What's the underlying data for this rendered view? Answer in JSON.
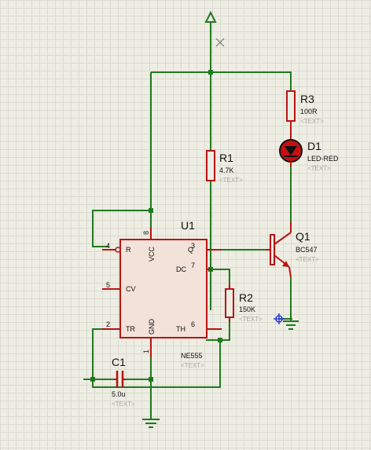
{
  "u1": {
    "ref": "U1",
    "part": "NE555",
    "text": "<TEXT>",
    "pins": {
      "p1": "1",
      "p2": "2",
      "p4": "4",
      "p5": "5",
      "p6": "6",
      "p7": "7",
      "p3": "3",
      "p8": "8"
    },
    "labels": {
      "r": "R",
      "vcc": "VCC",
      "q": "Q",
      "dc": "DC",
      "cv": "CV",
      "tr": "TR",
      "gnd": "GND",
      "th": "TH"
    }
  },
  "r1": {
    "ref": "R1",
    "value": "4.7K",
    "text": "<TEXT>"
  },
  "r2": {
    "ref": "R2",
    "value": "150K",
    "text": "<TEXT>"
  },
  "r3": {
    "ref": "R3",
    "value": "100R",
    "text": "<TEXT>"
  },
  "d1": {
    "ref": "D1",
    "value": "LED-RED",
    "text": "<TEXT>"
  },
  "q1": {
    "ref": "Q1",
    "value": "BC547",
    "text": "<TEXT>"
  },
  "c1": {
    "ref": "C1",
    "value": "5.0u",
    "text": "<TEXT>"
  },
  "colors": {
    "wire": "#1f7a1f",
    "component": "#b81414",
    "chip_fill": "#f3e2da",
    "led_fill": "#c61010",
    "probe": "#2b3fd6"
  },
  "icons": {
    "power": "power-terminal-icon",
    "ground": "ground-icon",
    "marker": "no-connect-cross-icon",
    "probe": "probe-crosshair-icon"
  }
}
